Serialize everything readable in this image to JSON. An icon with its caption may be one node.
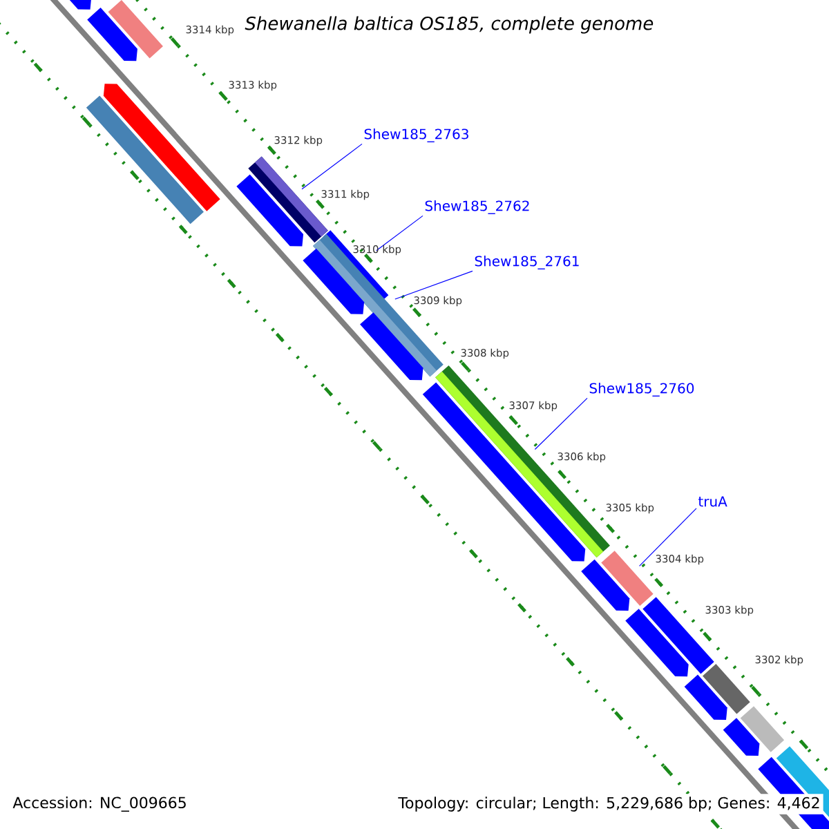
{
  "diagram": {
    "title": "Shewanella baltica OS185, complete genome",
    "nodes": [
      {
        "text": [
          "Shew185_2763"
        ]
      },
      {
        "text": [
          "Shew185_2762"
        ]
      },
      {
        "text": [
          "Shew185_2761"
        ]
      },
      {
        "text": [
          "Shew185_2760"
        ]
      },
      {
        "text": [
          "truA"
        ]
      },
      {
        "text": [],
        "shape": "bar"
      },
      {
        "text": [],
        "shape": "bar"
      },
      {
        "text": [],
        "shape": "bar"
      },
      {
        "text": [],
        "shape": "bar"
      },
      {
        "text": [],
        "shape": "bar"
      },
      {
        "text": [],
        "shape": "bar"
      },
      {
        "text": [],
        "shape": "bar"
      },
      {
        "text": [],
        "shape": "bar"
      },
      {
        "text": [],
        "shape": "bar"
      },
      {
        "text": [],
        "shape": "bar"
      },
      {
        "text": [],
        "shape": "bar"
      },
      {
        "text": [],
        "shape": "bar"
      },
      {
        "text": [],
        "shape": "bar"
      },
      {
        "text": [],
        "shape": "bar"
      },
      {
        "text": [],
        "shape": "bar"
      },
      {
        "text": [],
        "shape": "bar"
      },
      {
        "text": [],
        "shape": "bar"
      },
      {
        "text": [],
        "shape": "bar"
      },
      {
        "text": [],
        "shape": "bar"
      },
      {
        "text": [],
        "shape": "bar"
      },
      {
        "text": [],
        "shape": "bar"
      },
      {
        "text": [],
        "shape": "bar"
      },
      {
        "text": [],
        "shape": "bar"
      }
    ],
    "edges": [
      {
        "from": 0,
        "to": 10,
        "arrow": "none"
      },
      {
        "from": 1,
        "to": 12,
        "arrow": "none"
      },
      {
        "from": 2,
        "to": 13,
        "arrow": "none"
      },
      {
        "from": 3,
        "to": 16,
        "arrow": "none"
      },
      {
        "from": 4,
        "to": 19,
        "arrow": "none"
      }
    ],
    "labels": [
      "3314 kbp",
      "3313 kbp",
      "3312 kbp",
      "3311 kbp",
      "3310 kbp",
      "3309 kbp",
      "3308 kbp",
      "3307 kbp",
      "3306 kbp",
      "3305 kbp",
      "3304 kbp",
      "3303 kbp",
      "3302 kbp",
      "Accession: NC_009665",
      "Topology: circular; Length: 5,229,686 bp; Genes: 4,462"
    ]
  }
}
